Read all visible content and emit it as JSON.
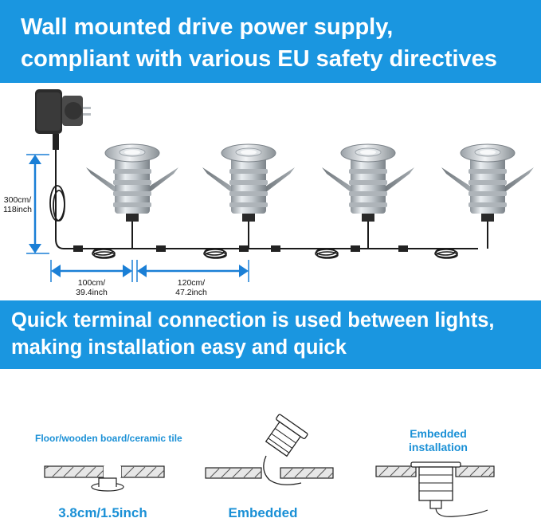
{
  "header": {
    "line1": "Wall mounted drive power supply,",
    "line2": "compliant with various EU safety directives"
  },
  "wiring": {
    "height_cm": "300cm/",
    "height_inch": "118inch",
    "gap1_cm": "100cm/",
    "gap1_inch": "39.4inch",
    "gap2_cm": "120cm/",
    "gap2_inch": "47.2inch"
  },
  "middle_banner": {
    "line1": "Quick terminal connection is used between lights,",
    "line2": "making installation easy and quick"
  },
  "steps": {
    "surface_label": "Floor/wooden board/ceramic tile",
    "hole_size": "3.8cm/1.5inch",
    "embedded_label": "Embedded",
    "installed_label_1": "Embedded",
    "installed_label_2": "installation"
  },
  "colors": {
    "banner_blue": "#1a96e0",
    "dimension_blue": "#1a7fd6",
    "label_blue": "#1a90d6"
  }
}
